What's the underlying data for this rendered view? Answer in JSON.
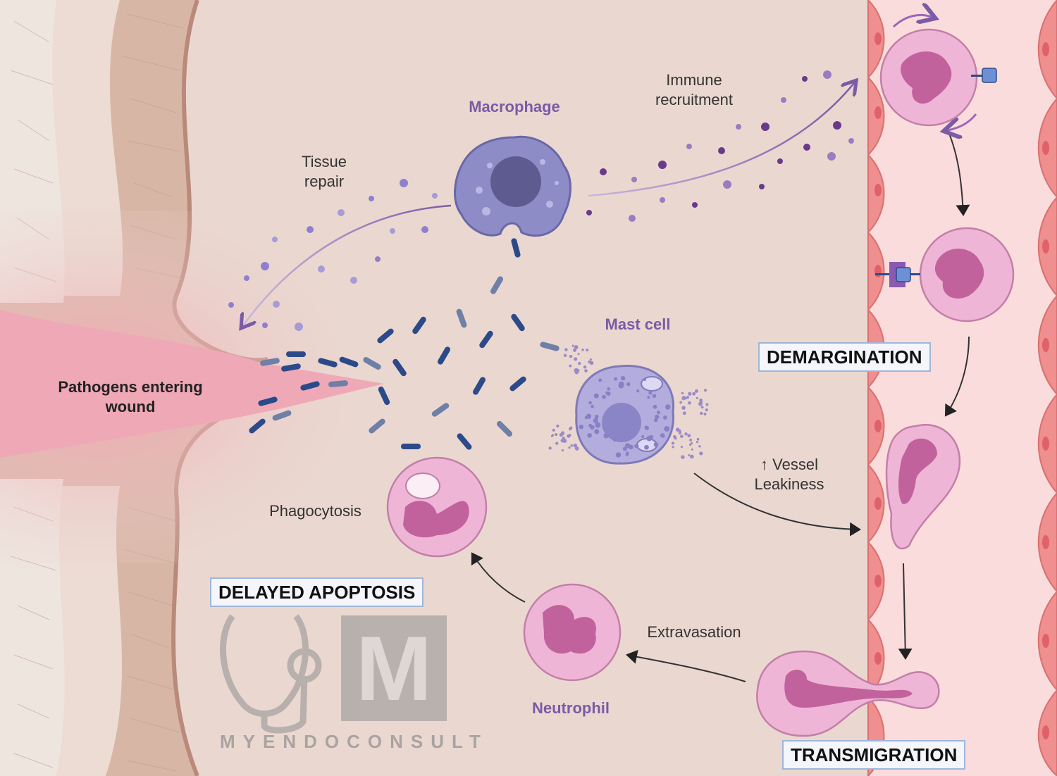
{
  "labels": {
    "pathogens": "Pathogens entering wound",
    "macrophage": "Macrophage",
    "tissue_repair": "Tissue repair",
    "immune_recruitment": "Immune recruitment",
    "mast_cell": "Mast cell",
    "phagocytosis": "Phagocytosis",
    "vessel_leakiness": "↑ Vessel Leakiness",
    "extravasation": "Extravasation",
    "neutrophil": "Neutrophil"
  },
  "boxes": {
    "demargination": "DEMARGINATION",
    "delayed_apoptosis": "DELAYED APOPTOSIS",
    "transmigration": "TRANSMIGRATION"
  },
  "watermark": {
    "text": "MYENDOCONSULT",
    "logo_letter": "M"
  },
  "colors": {
    "tissue": "#ead8d0",
    "vessel": "#fbdcdc",
    "endothelium": "#ef8f8f",
    "neutrophil_body": "#efb5d6",
    "neutrophil_nucleus": "#c2629c",
    "macrophage": "#8e8cc7",
    "mast_cell": "#b3addd",
    "bacteria": "#2c4a8a",
    "label_purple": "#7b5aa6"
  }
}
